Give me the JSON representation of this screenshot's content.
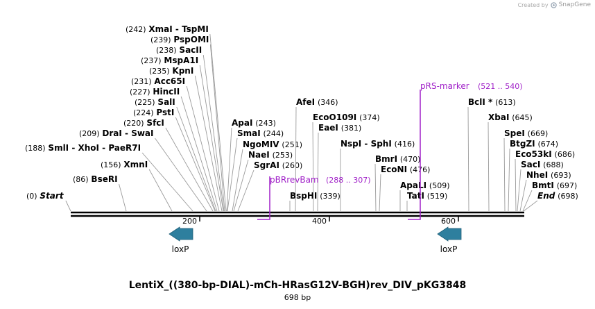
{
  "credit": {
    "prefix": "Created by",
    "brand": "SnapGene"
  },
  "title": "LentiX_((380-bp-DIAL)-mCh-HRasG12V-BGH)rev_DIV_pKG3848",
  "subtitle": "698 bp",
  "ticks": [
    "200",
    "400",
    "600"
  ],
  "labels": [
    {
      "pos": "(0)",
      "name": "Start",
      "italic": true
    },
    {
      "pos": "(86)",
      "name": "BseRI"
    },
    {
      "pos": "(156)",
      "name": "XmnI"
    },
    {
      "pos": "(188)",
      "name": "SmlI  - XhoI  - PaeR7I"
    },
    {
      "pos": "(209)",
      "name": "DraI  - SwaI"
    },
    {
      "pos": "(220)",
      "name": "SfcI"
    },
    {
      "pos": "(224)",
      "name": "PstI"
    },
    {
      "pos": "(225)",
      "name": "SalI"
    },
    {
      "pos": "(227)",
      "name": "HincII"
    },
    {
      "pos": "(231)",
      "name": "Acc65I"
    },
    {
      "pos": "(235)",
      "name": "KpnI"
    },
    {
      "pos": "(237)",
      "name": "MspA1I"
    },
    {
      "pos": "(238)",
      "name": "SacII"
    },
    {
      "pos": "(239)",
      "name": "PspOMI"
    },
    {
      "pos": "(242)",
      "name": "XmaI  - TspMI"
    },
    {
      "pos": "(243)",
      "name": "ApaI"
    },
    {
      "pos": "(244)",
      "name": "SmaI"
    },
    {
      "pos": "(251)",
      "name": "NgoMIV"
    },
    {
      "pos": "(253)",
      "name": "NaeI"
    },
    {
      "pos": "(260)",
      "name": "SgrAI"
    },
    {
      "pos": "(339)",
      "name": "BspHI"
    },
    {
      "pos": "(346)",
      "name": "AfeI"
    },
    {
      "pos": "(374)",
      "name": "EcoO109I"
    },
    {
      "pos": "(381)",
      "name": "EaeI"
    },
    {
      "pos": "(416)",
      "name": "NspI  - SphI"
    },
    {
      "pos": "(470)",
      "name": "BmrI"
    },
    {
      "pos": "(476)",
      "name": "EcoNI"
    },
    {
      "pos": "(509)",
      "name": "ApaLI"
    },
    {
      "pos": "(519)",
      "name": "TatI"
    },
    {
      "pos": "(613)",
      "name": "BclI *"
    },
    {
      "pos": "(645)",
      "name": "XbaI"
    },
    {
      "pos": "(669)",
      "name": "SpeI"
    },
    {
      "pos": "(674)",
      "name": "BtgZI"
    },
    {
      "pos": "(686)",
      "name": "Eco53kI"
    },
    {
      "pos": "(688)",
      "name": "SacI"
    },
    {
      "pos": "(693)",
      "name": "NheI"
    },
    {
      "pos": "(697)",
      "name": "BmtI"
    },
    {
      "pos": "(698)",
      "name": "End",
      "italic": true
    }
  ],
  "primers": [
    {
      "name": "pBRrevBam",
      "range": "(288 .. 307)",
      "color": "#a020c8"
    },
    {
      "name": "pRS-marker",
      "range": "(521 .. 540)",
      "color": "#a020c8"
    }
  ],
  "features": [
    {
      "name": "loxP",
      "color": "#2e7f9e"
    },
    {
      "name": "loxP",
      "color": "#2e7f9e"
    }
  ]
}
